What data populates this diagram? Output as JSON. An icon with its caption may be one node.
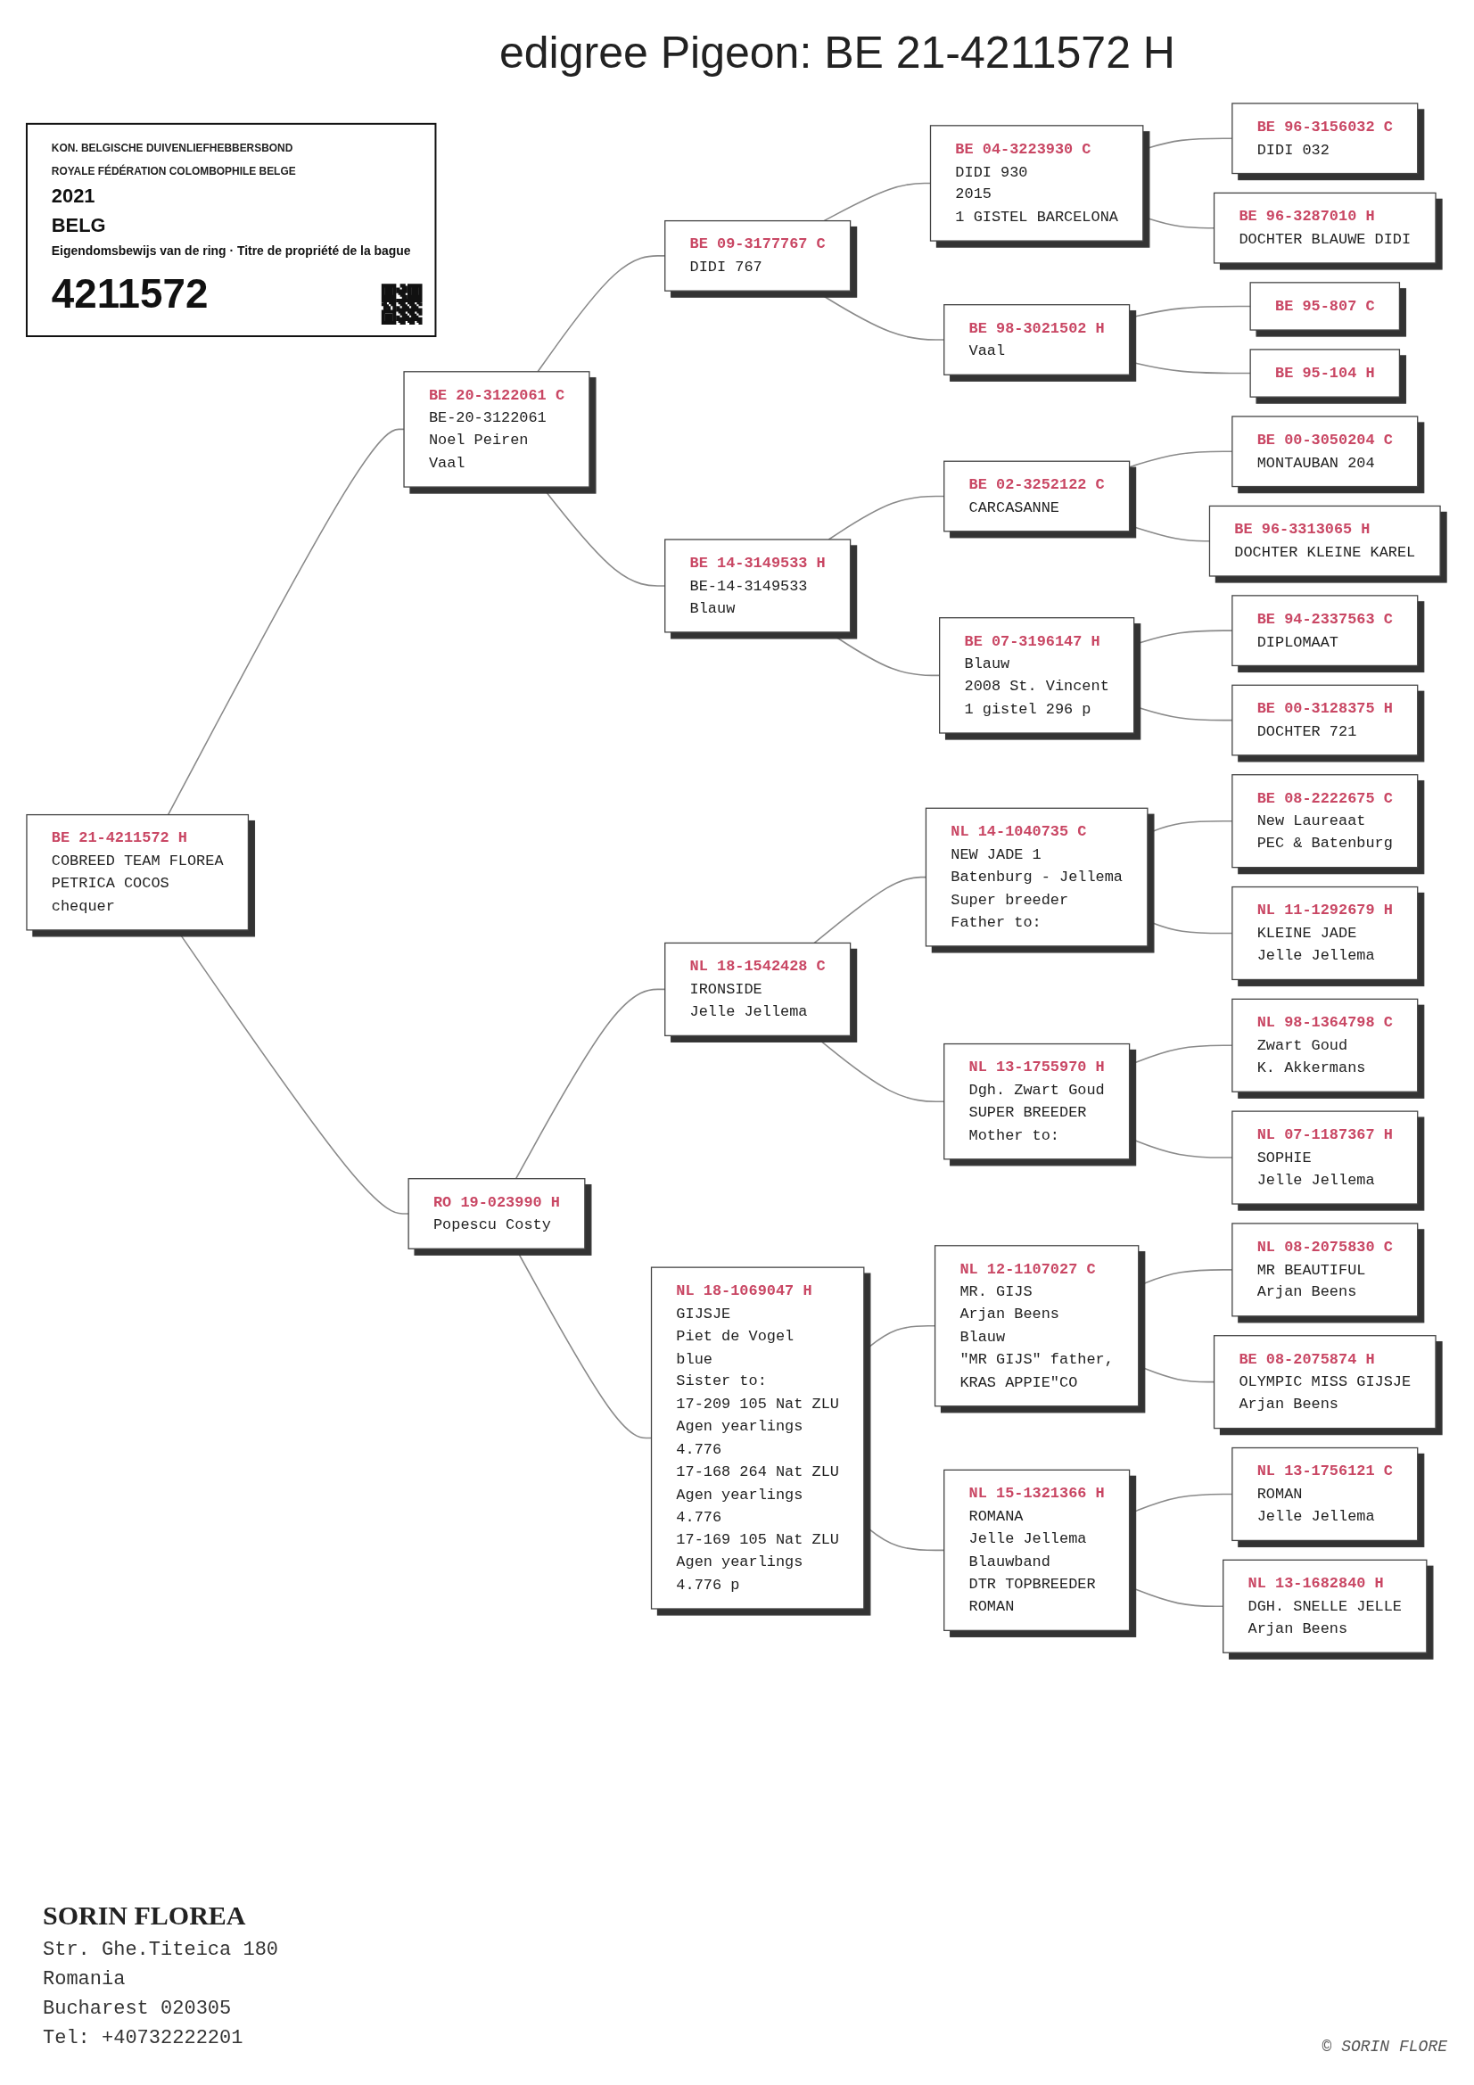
{
  "diagram": {
    "title": "edigree Pigeon: BE 21-4211572 H",
    "nodes": [
      {
        "text": [
          "KON. BELGISCHE DUIVENLIEFHEBBERSBOND",
          "ROYALE FÉDÉRATION COLOMBOPHILE BELGE",
          "2021",
          "BELG",
          "Eigendomsbewijs van de ring · Titre de propriété de la bague",
          "4211572"
        ]
      },
      {
        "text": [
          "BE 21-4211572 H",
          "COBREED TEAM FLOREA",
          "PETRICA COCOS",
          "chequer"
        ]
      },
      {
        "text": [
          "BE 20-3122061 C",
          "BE-20-3122061",
          "Noel Peiren",
          "Vaal"
        ]
      },
      {
        "text": [
          "RO 19-023990 H",
          "Popescu Costy"
        ]
      },
      {
        "text": [
          "BE 09-3177767 C",
          "DIDI 767"
        ]
      },
      {
        "text": [
          "BE 14-3149533 H",
          "BE-14-3149533",
          "Blauw"
        ]
      },
      {
        "text": [
          "NL 18-1542428 C",
          "IRONSIDE",
          "Jelle Jellema"
        ]
      },
      {
        "text": [
          "NL 18-1069047 H",
          "GIJSJE",
          "Piet de Vogel",
          "blue",
          "Sister to:",
          "17-209 105 Nat ZLU",
          "Agen yearlings",
          "4.776",
          "17-168 264 Nat ZLU",
          "Agen yearlings",
          "4.776",
          "17-169 105 Nat ZLU",
          "Agen yearlings",
          "4.776 p"
        ]
      },
      {
        "text": [
          "BE 04-3223930 C",
          "DIDI 930",
          "2015",
          "1 GISTEL BARCELONA"
        ]
      },
      {
        "text": [
          "BE 98-3021502 H",
          "Vaal"
        ]
      },
      {
        "text": [
          "BE 02-3252122 C",
          "CARCASANNE"
        ]
      },
      {
        "text": [
          "BE 07-3196147 H",
          "Blauw",
          "2008 St. Vincent",
          "1 gistel 296 p"
        ]
      },
      {
        "text": [
          "NL 14-1040735 C",
          "NEW JADE 1",
          "Batenburg - Jellema",
          "Super breeder",
          "Father to:"
        ]
      },
      {
        "text": [
          "NL 13-1755970 H",
          "Dgh. Zwart Goud",
          "SUPER BREEDER",
          "Mother to:"
        ]
      },
      {
        "text": [
          "NL 12-1107027 C",
          "MR. GIJS",
          "Arjan Beens",
          "Blauw",
          "\"MR GIJS\" father,",
          "KRAS APPIE\"CO"
        ]
      },
      {
        "text": [
          "NL 15-1321366 H",
          "ROMANA",
          "Jelle Jellema",
          "Blauwband",
          "DTR TOPBREEDER",
          "ROMAN"
        ]
      },
      {
        "text": [
          "BE 96-3156032 C",
          "DIDI 032"
        ]
      },
      {
        "text": [
          "BE 96-3287010 H",
          "DOCHTER BLAUWE DIDI"
        ]
      },
      {
        "text": [
          "BE 95-807 C"
        ]
      },
      {
        "text": [
          "BE 95-104 H"
        ]
      },
      {
        "text": [
          "BE 00-3050204 C",
          "MONTAUBAN 204"
        ]
      },
      {
        "text": [
          "BE 96-3313065 H",
          "DOCHTER KLEINE KAREL"
        ]
      },
      {
        "text": [
          "BE 94-2337563 C",
          "DIPLOMAAT"
        ]
      },
      {
        "text": [
          "BE 00-3128375 H",
          "DOCHTER 721"
        ]
      },
      {
        "text": [
          "BE 08-2222675 C",
          "New Laureaat",
          "PEC & Batenburg"
        ]
      },
      {
        "text": [
          "NL 11-1292679 H",
          "KLEINE JADE",
          "Jelle Jellema"
        ]
      },
      {
        "text": [
          "NL 98-1364798 C",
          "Zwart Goud",
          "K. Akkermans"
        ]
      },
      {
        "text": [
          "NL 07-1187367 H",
          "SOPHIE",
          "Jelle Jellema"
        ]
      },
      {
        "text": [
          "NL 08-2075830 C",
          "MR BEAUTIFUL",
          "Arjan Beens"
        ]
      },
      {
        "text": [
          "BE 08-2075874 H",
          "OLYMPIC MISS GIJSJE",
          "Arjan Beens"
        ]
      },
      {
        "text": [
          "NL 13-1756121 C",
          "ROMAN",
          "Jelle Jellema"
        ]
      },
      {
        "text": [
          "NL 13-1682840 H",
          "DGH. SNELLE JELLE",
          "Arjan Beens"
        ]
      }
    ],
    "edges": [
      {
        "from": 1,
        "to": 2,
        "arrow": "none"
      },
      {
        "from": 1,
        "to": 3,
        "arrow": "none"
      },
      {
        "from": 2,
        "to": 4,
        "arrow": "none"
      },
      {
        "from": 2,
        "to": 5,
        "arrow": "none"
      },
      {
        "from": 3,
        "to": 6,
        "arrow": "none"
      },
      {
        "from": 3,
        "to": 7,
        "arrow": "none"
      },
      {
        "from": 4,
        "to": 8,
        "arrow": "none"
      },
      {
        "from": 4,
        "to": 9,
        "arrow": "none"
      },
      {
        "from": 5,
        "to": 10,
        "arrow": "none"
      },
      {
        "from": 5,
        "to": 11,
        "arrow": "none"
      },
      {
        "from": 6,
        "to": 12,
        "arrow": "none"
      },
      {
        "from": 6,
        "to": 13,
        "arrow": "none"
      },
      {
        "from": 7,
        "to": 14,
        "arrow": "none"
      },
      {
        "from": 7,
        "to": 15,
        "arrow": "none"
      },
      {
        "from": 8,
        "to": 16,
        "arrow": "none"
      },
      {
        "from": 8,
        "to": 17,
        "arrow": "none"
      },
      {
        "from": 9,
        "to": 18,
        "arrow": "none"
      },
      {
        "from": 9,
        "to": 19,
        "arrow": "none"
      },
      {
        "from": 10,
        "to": 20,
        "arrow": "none"
      },
      {
        "from": 10,
        "to": 21,
        "arrow": "none"
      },
      {
        "from": 11,
        "to": 22,
        "arrow": "none"
      },
      {
        "from": 11,
        "to": 23,
        "arrow": "none"
      },
      {
        "from": 12,
        "to": 24,
        "arrow": "none"
      },
      {
        "from": 12,
        "to": 25,
        "arrow": "none"
      },
      {
        "from": 13,
        "to": 26,
        "arrow": "none"
      },
      {
        "from": 13,
        "to": 27,
        "arrow": "none"
      },
      {
        "from": 14,
        "to": 28,
        "arrow": "none"
      },
      {
        "from": 14,
        "to": 29,
        "arrow": "none"
      },
      {
        "from": 15,
        "to": 30,
        "arrow": "none"
      },
      {
        "from": 15,
        "to": 31,
        "arrow": "none"
      }
    ],
    "labels": [
      "SORIN FLOREA",
      "Str. Ghe.Titeica 180",
      "Romania",
      "Bucharest 020305",
      "Tel: +40732222201",
      "© SORIN FLORE"
    ]
  }
}
